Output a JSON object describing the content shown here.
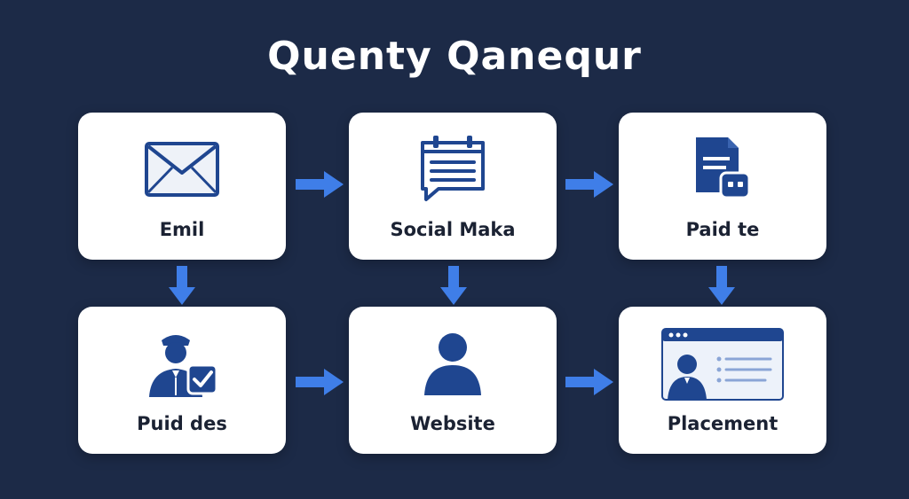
{
  "title": "Quenty Qanequr",
  "colors": {
    "background": "#1c2a47",
    "card": "#ffffff",
    "icon": "#1f4690",
    "arrow": "#3f7ee8",
    "text": "#1b2233"
  },
  "nodes": [
    {
      "label": "Emil",
      "icon": "envelope-icon"
    },
    {
      "label": "Social Maka",
      "icon": "notepad-chat-icon"
    },
    {
      "label": "Paid te",
      "icon": "document-chat-icon"
    },
    {
      "label": "Puid des",
      "icon": "officer-checkbox-icon"
    },
    {
      "label": "Website",
      "icon": "user-icon"
    },
    {
      "label": "Placement",
      "icon": "browser-profile-icon"
    }
  ],
  "connections": [
    {
      "from": "Emil",
      "to": "Social Maka"
    },
    {
      "from": "Social Maka",
      "to": "Paid te"
    },
    {
      "from": "Puid des",
      "to": "Website"
    },
    {
      "from": "Website",
      "to": "Placement"
    },
    {
      "from": "Emil",
      "to": "Puid des"
    },
    {
      "from": "Social Maka",
      "to": "Website"
    },
    {
      "from": "Paid te",
      "to": "Placement"
    }
  ]
}
